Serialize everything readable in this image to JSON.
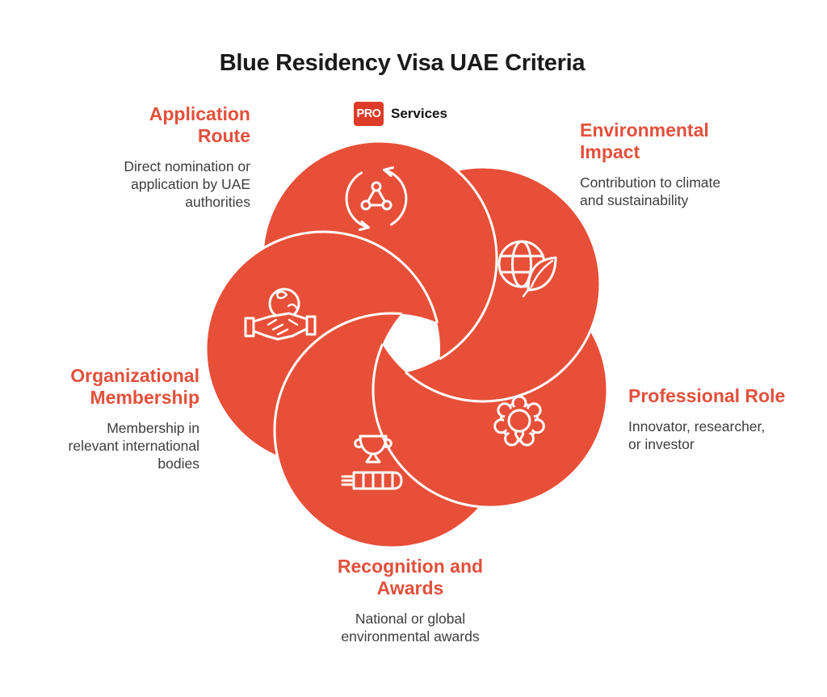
{
  "title": "Blue Residency Visa UAE Criteria",
  "logo": {
    "badge": "PRO",
    "text": "Services"
  },
  "colors": {
    "accent": "#E74F38",
    "logo_red": "#DE3B28",
    "heading": "#E2503C",
    "body_text": "#3D3D3D",
    "title_color": "#1A1A1A",
    "icon_stroke": "#FFFFFF"
  },
  "criteria": [
    {
      "id": "application-route",
      "heading": "Application\nRoute",
      "description": "Direct nomination or\napplication by UAE\nauthorities",
      "icon": "sync-network-icon",
      "position": "top-left"
    },
    {
      "id": "environmental-impact",
      "heading": "Environmental\nImpact",
      "description": "Contribution to climate\nand sustainability",
      "icon": "globe-leaf-icon",
      "position": "top-right"
    },
    {
      "id": "professional-role",
      "heading": "Professional Role",
      "description": "Innovator, researcher,\nor investor",
      "icon": "gear-lightbulb-icon",
      "position": "right"
    },
    {
      "id": "recognition-awards",
      "heading": "Recognition and\nAwards",
      "description": "National or global\nenvironmental awards",
      "icon": "trophy-podium-icon",
      "position": "bottom"
    },
    {
      "id": "organizational-membership",
      "heading": "Organizational\nMembership",
      "description": "Membership in\nrelevant international\nbodies",
      "icon": "handshake-globe-icon",
      "position": "left"
    }
  ]
}
